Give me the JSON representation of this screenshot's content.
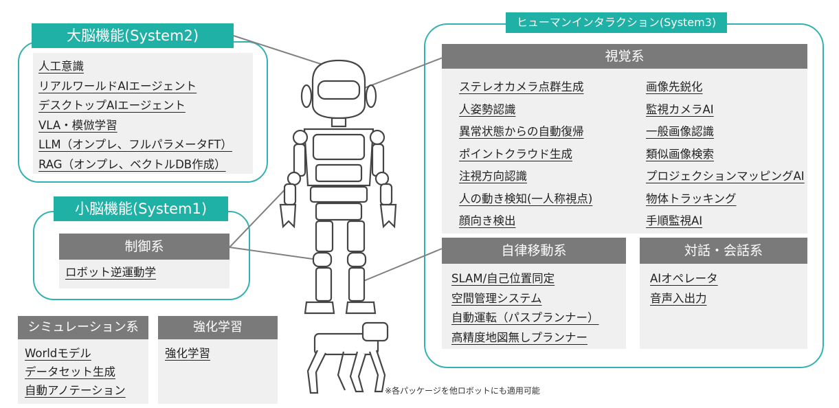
{
  "system2": {
    "title": "大脳機能(System2)",
    "items": [
      "人工意識",
      "リアルワールドAIエージェント",
      "デスクトップAIエージェント",
      "VLA・模倣学習",
      "LLM（オンプレ、フルパラメータFT）",
      "RAG（オンプレ、ベクトルDB作成）"
    ]
  },
  "system1": {
    "title": "小脳機能(System1)",
    "control_header": "制御系",
    "items": [
      "ロボット逆運動学"
    ]
  },
  "simulation": {
    "header": "シミュレーション系",
    "items": [
      "Worldモデル",
      "データセット生成",
      "自動アノテーション"
    ]
  },
  "reinforcement": {
    "header": "強化学習",
    "items": [
      "強化学習"
    ]
  },
  "system3": {
    "title": "ヒューマンインタラクション(System3)",
    "vision": {
      "header": "視覚系",
      "left_items": [
        "ステレオカメラ点群生成",
        "人姿勢認識",
        "異常状態からの自動復帰",
        "ポイントクラウド生成",
        "注視方向認識",
        "人の動き検知(一人称視点)",
        "顔向き検出"
      ],
      "right_items": [
        "画像先鋭化",
        "監視カメラAI",
        "一般画像認識",
        "類似画像検索",
        "プロジェクションマッピングAI",
        "物体トラッキング",
        "手順監視AI"
      ]
    },
    "autonomous": {
      "header": "自律移動系",
      "items": [
        "SLAM/自己位置同定",
        "空間管理システム",
        "自動運転（パスプランナー）",
        "高精度地図無しプランナー"
      ]
    },
    "dialogue": {
      "header": "対話・会話系",
      "items": [
        "AIオペレータ",
        "音声入出力"
      ]
    }
  },
  "footnote": "※各パッケージを他ロボットにも適用可能",
  "colors": {
    "teal": "#1fb0a6",
    "frame": "#33b1b0",
    "gray_header": "#7a7a7a",
    "panel": "#f0f0f0",
    "line": "#808080"
  }
}
